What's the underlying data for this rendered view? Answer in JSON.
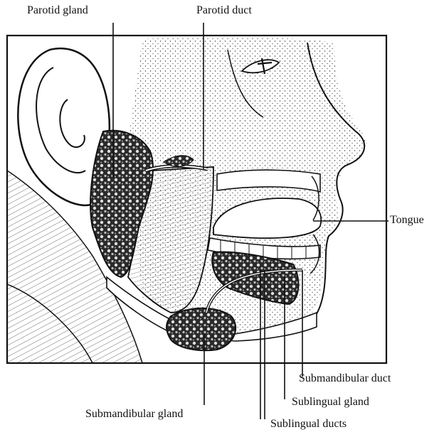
{
  "labels": {
    "parotid_gland": "Parotid gland",
    "parotid_duct": "Parotid duct",
    "tongue": "Tongue",
    "submandibular_duct": "Submandibular duct",
    "sublingual_gland": "Sublingual gland",
    "submandibular_gland": "Submandibular gland",
    "sublingual_ducts": "Sublingual ducts"
  },
  "colors": {
    "ink": "#111111",
    "gland_fill": "#2a2a2a",
    "paper": "#ffffff"
  }
}
